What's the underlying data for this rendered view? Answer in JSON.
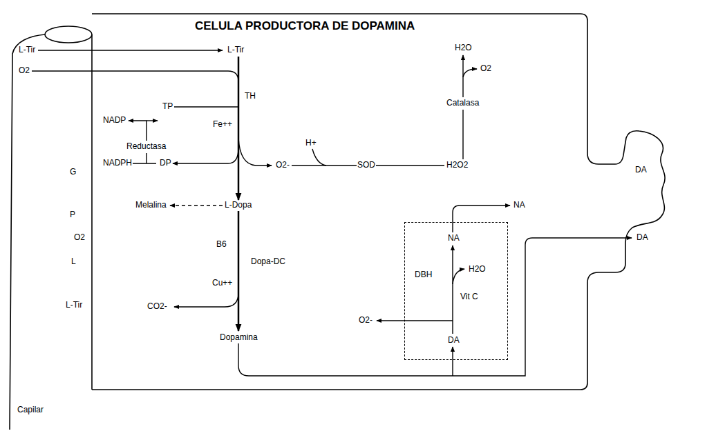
{
  "diagram": {
    "nodes": [
      {
        "text": [
          "CELULA PRODUCTORA DE DOPAMINA"
        ]
      },
      {
        "text": [
          "L-Tir",
          "O2",
          "G",
          "P",
          "O2",
          "L",
          "L-Tir",
          "Capilar"
        ]
      },
      {
        "text": [
          "NA",
          "DBH",
          "H2O",
          "Vit C",
          "DA"
        ],
        "in": 0
      }
    ],
    "labels": [
      "L-Tir",
      "H2O",
      "O2",
      "TP",
      "TH",
      "NADP",
      "Catalasa",
      "Fe++",
      "H+",
      "Reductasa",
      "NADPH",
      "DP",
      "O2-",
      "SOD",
      "H2O2",
      "Melalina",
      "L-Dopa",
      "B6",
      "Dopa-DC",
      "Cu++",
      "CO2-",
      "Dopamina",
      "O2-",
      "NA",
      "DA",
      "DA"
    ]
  }
}
